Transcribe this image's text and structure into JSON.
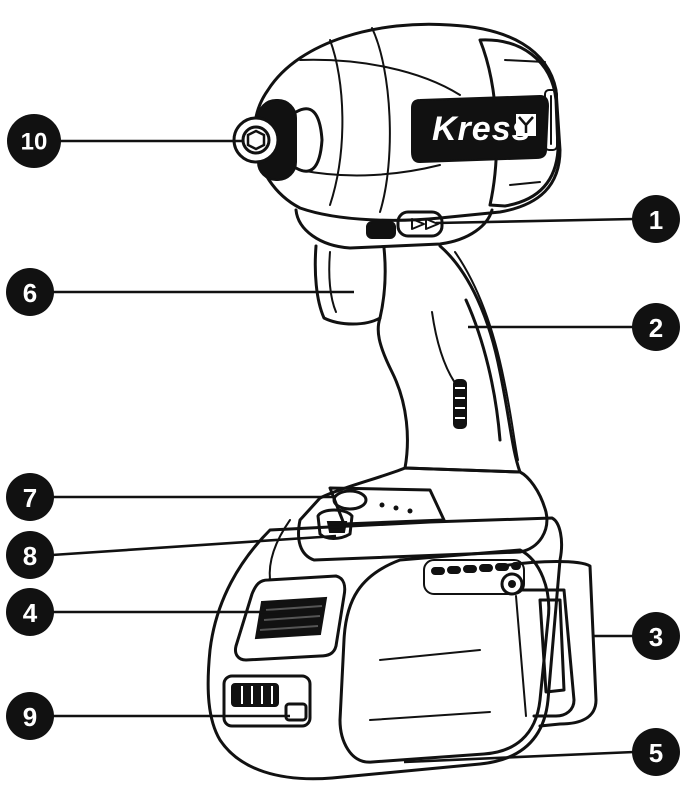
{
  "brand": {
    "logo_text": "Kress"
  },
  "callouts": [
    {
      "id": "c1",
      "label": "1"
    },
    {
      "id": "c2",
      "label": "2"
    },
    {
      "id": "c3",
      "label": "3"
    },
    {
      "id": "c4",
      "label": "4"
    },
    {
      "id": "c5",
      "label": "5"
    },
    {
      "id": "c6",
      "label": "6"
    },
    {
      "id": "c7",
      "label": "7"
    },
    {
      "id": "c8",
      "label": "8"
    },
    {
      "id": "c9",
      "label": "9"
    },
    {
      "id": "c10",
      "label": "10"
    }
  ],
  "colors": {
    "ink": "#111111",
    "background": "#ffffff"
  }
}
